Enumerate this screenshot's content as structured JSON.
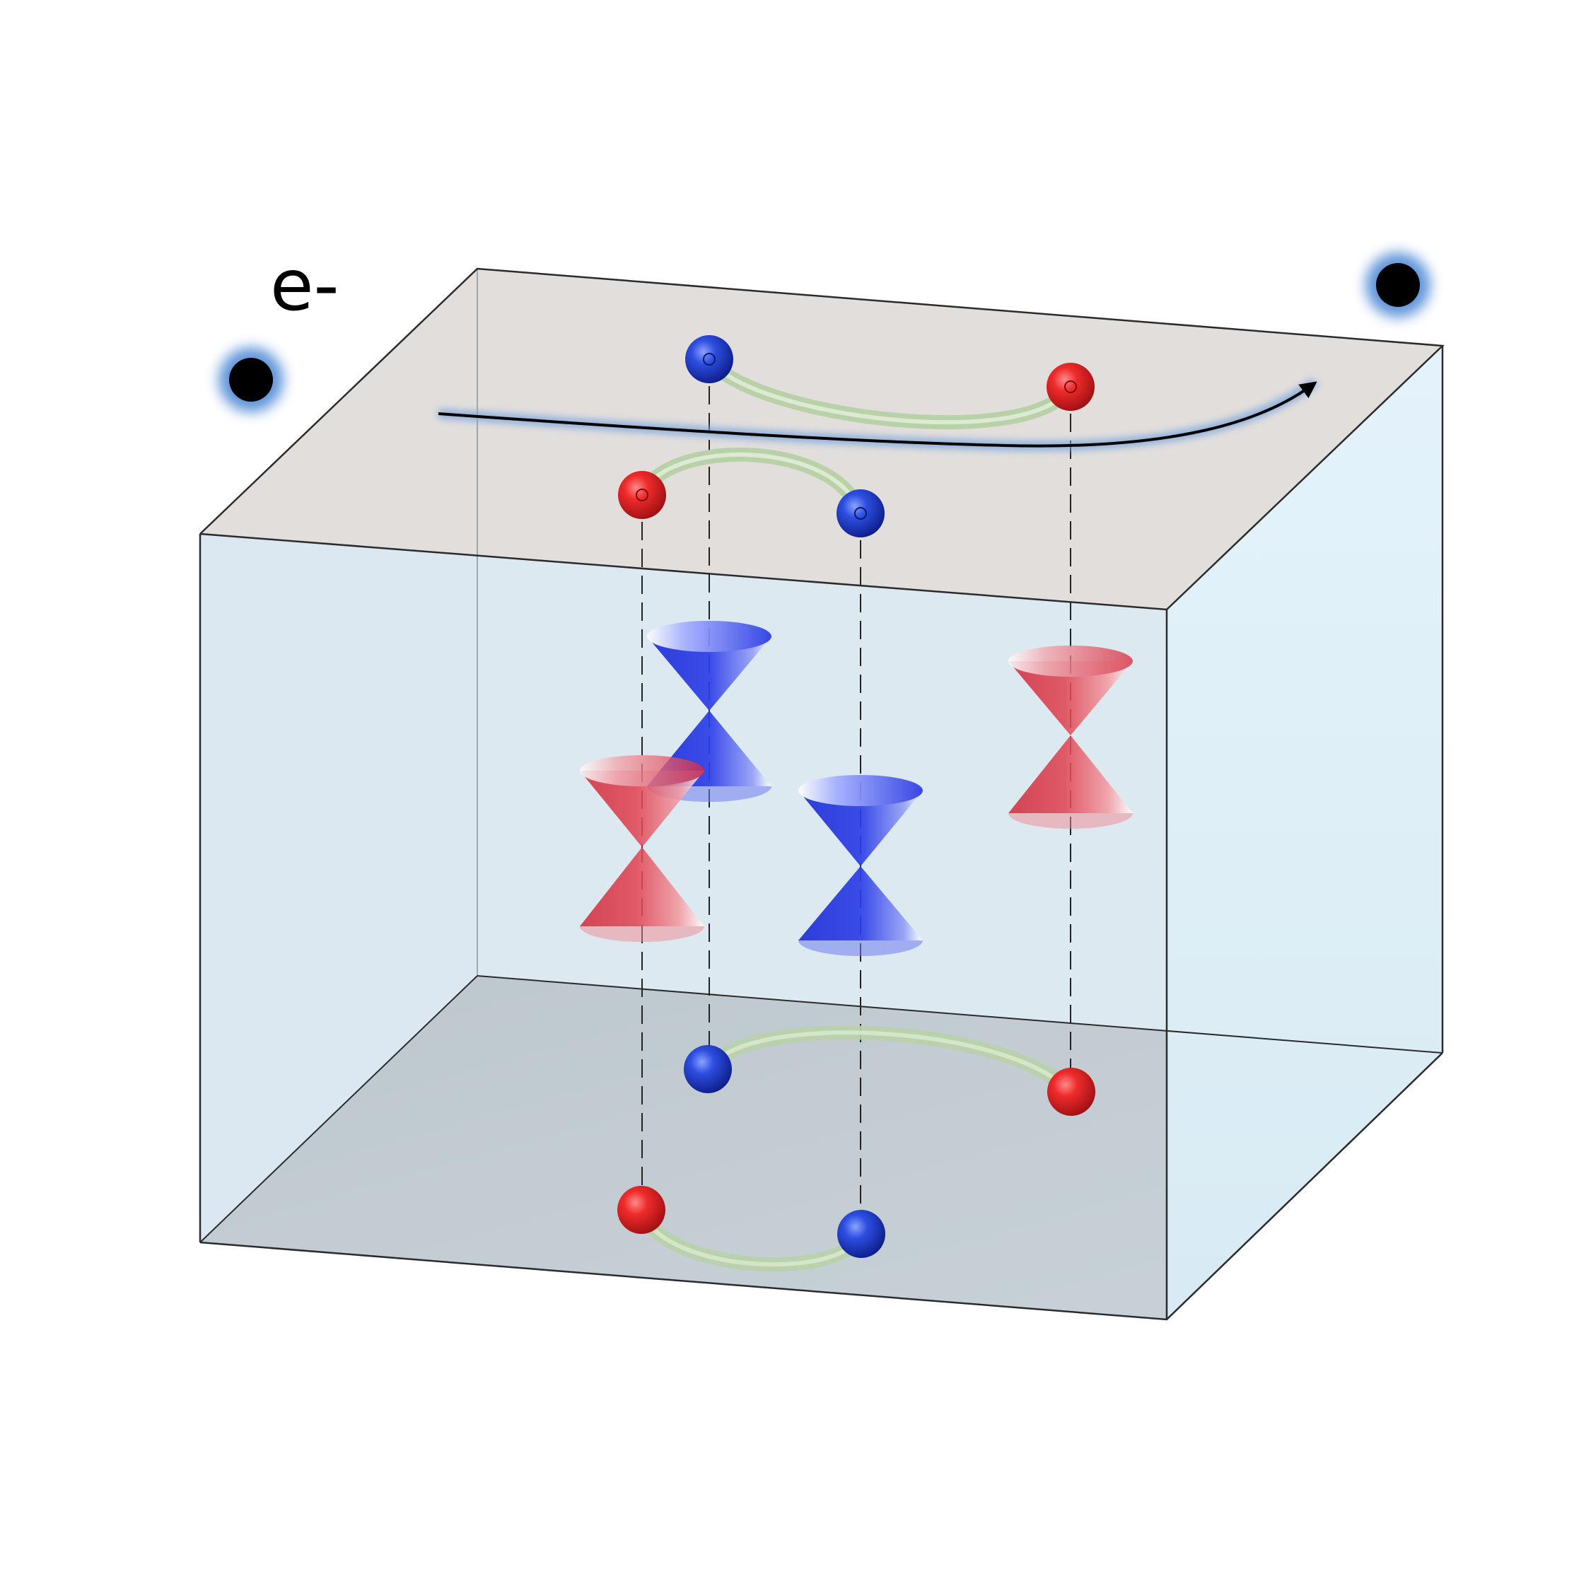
{
  "labels": {
    "electron": "e-"
  },
  "colors": {
    "background": "#ffffff",
    "top_face": "#e2dedc",
    "bottom_face": "#a7abad",
    "side_face": "#dce9f1",
    "edge": "#2b2b2b",
    "red_node": "#e3262a",
    "blue_node": "#2748d6",
    "fermi_arc": "#b9d1a9",
    "electron": "#000000",
    "electron_glow": "#5b8fd2",
    "trajectory": "#000000"
  },
  "elements": {
    "weyl_nodes": [
      {
        "id": "w1",
        "chirality": "blue"
      },
      {
        "id": "w2",
        "chirality": "red"
      },
      {
        "id": "w3",
        "chirality": "blue"
      },
      {
        "id": "w4",
        "chirality": "red"
      }
    ],
    "fermi_arcs": [
      "top-back",
      "top-front",
      "bottom-back",
      "bottom-front"
    ]
  }
}
